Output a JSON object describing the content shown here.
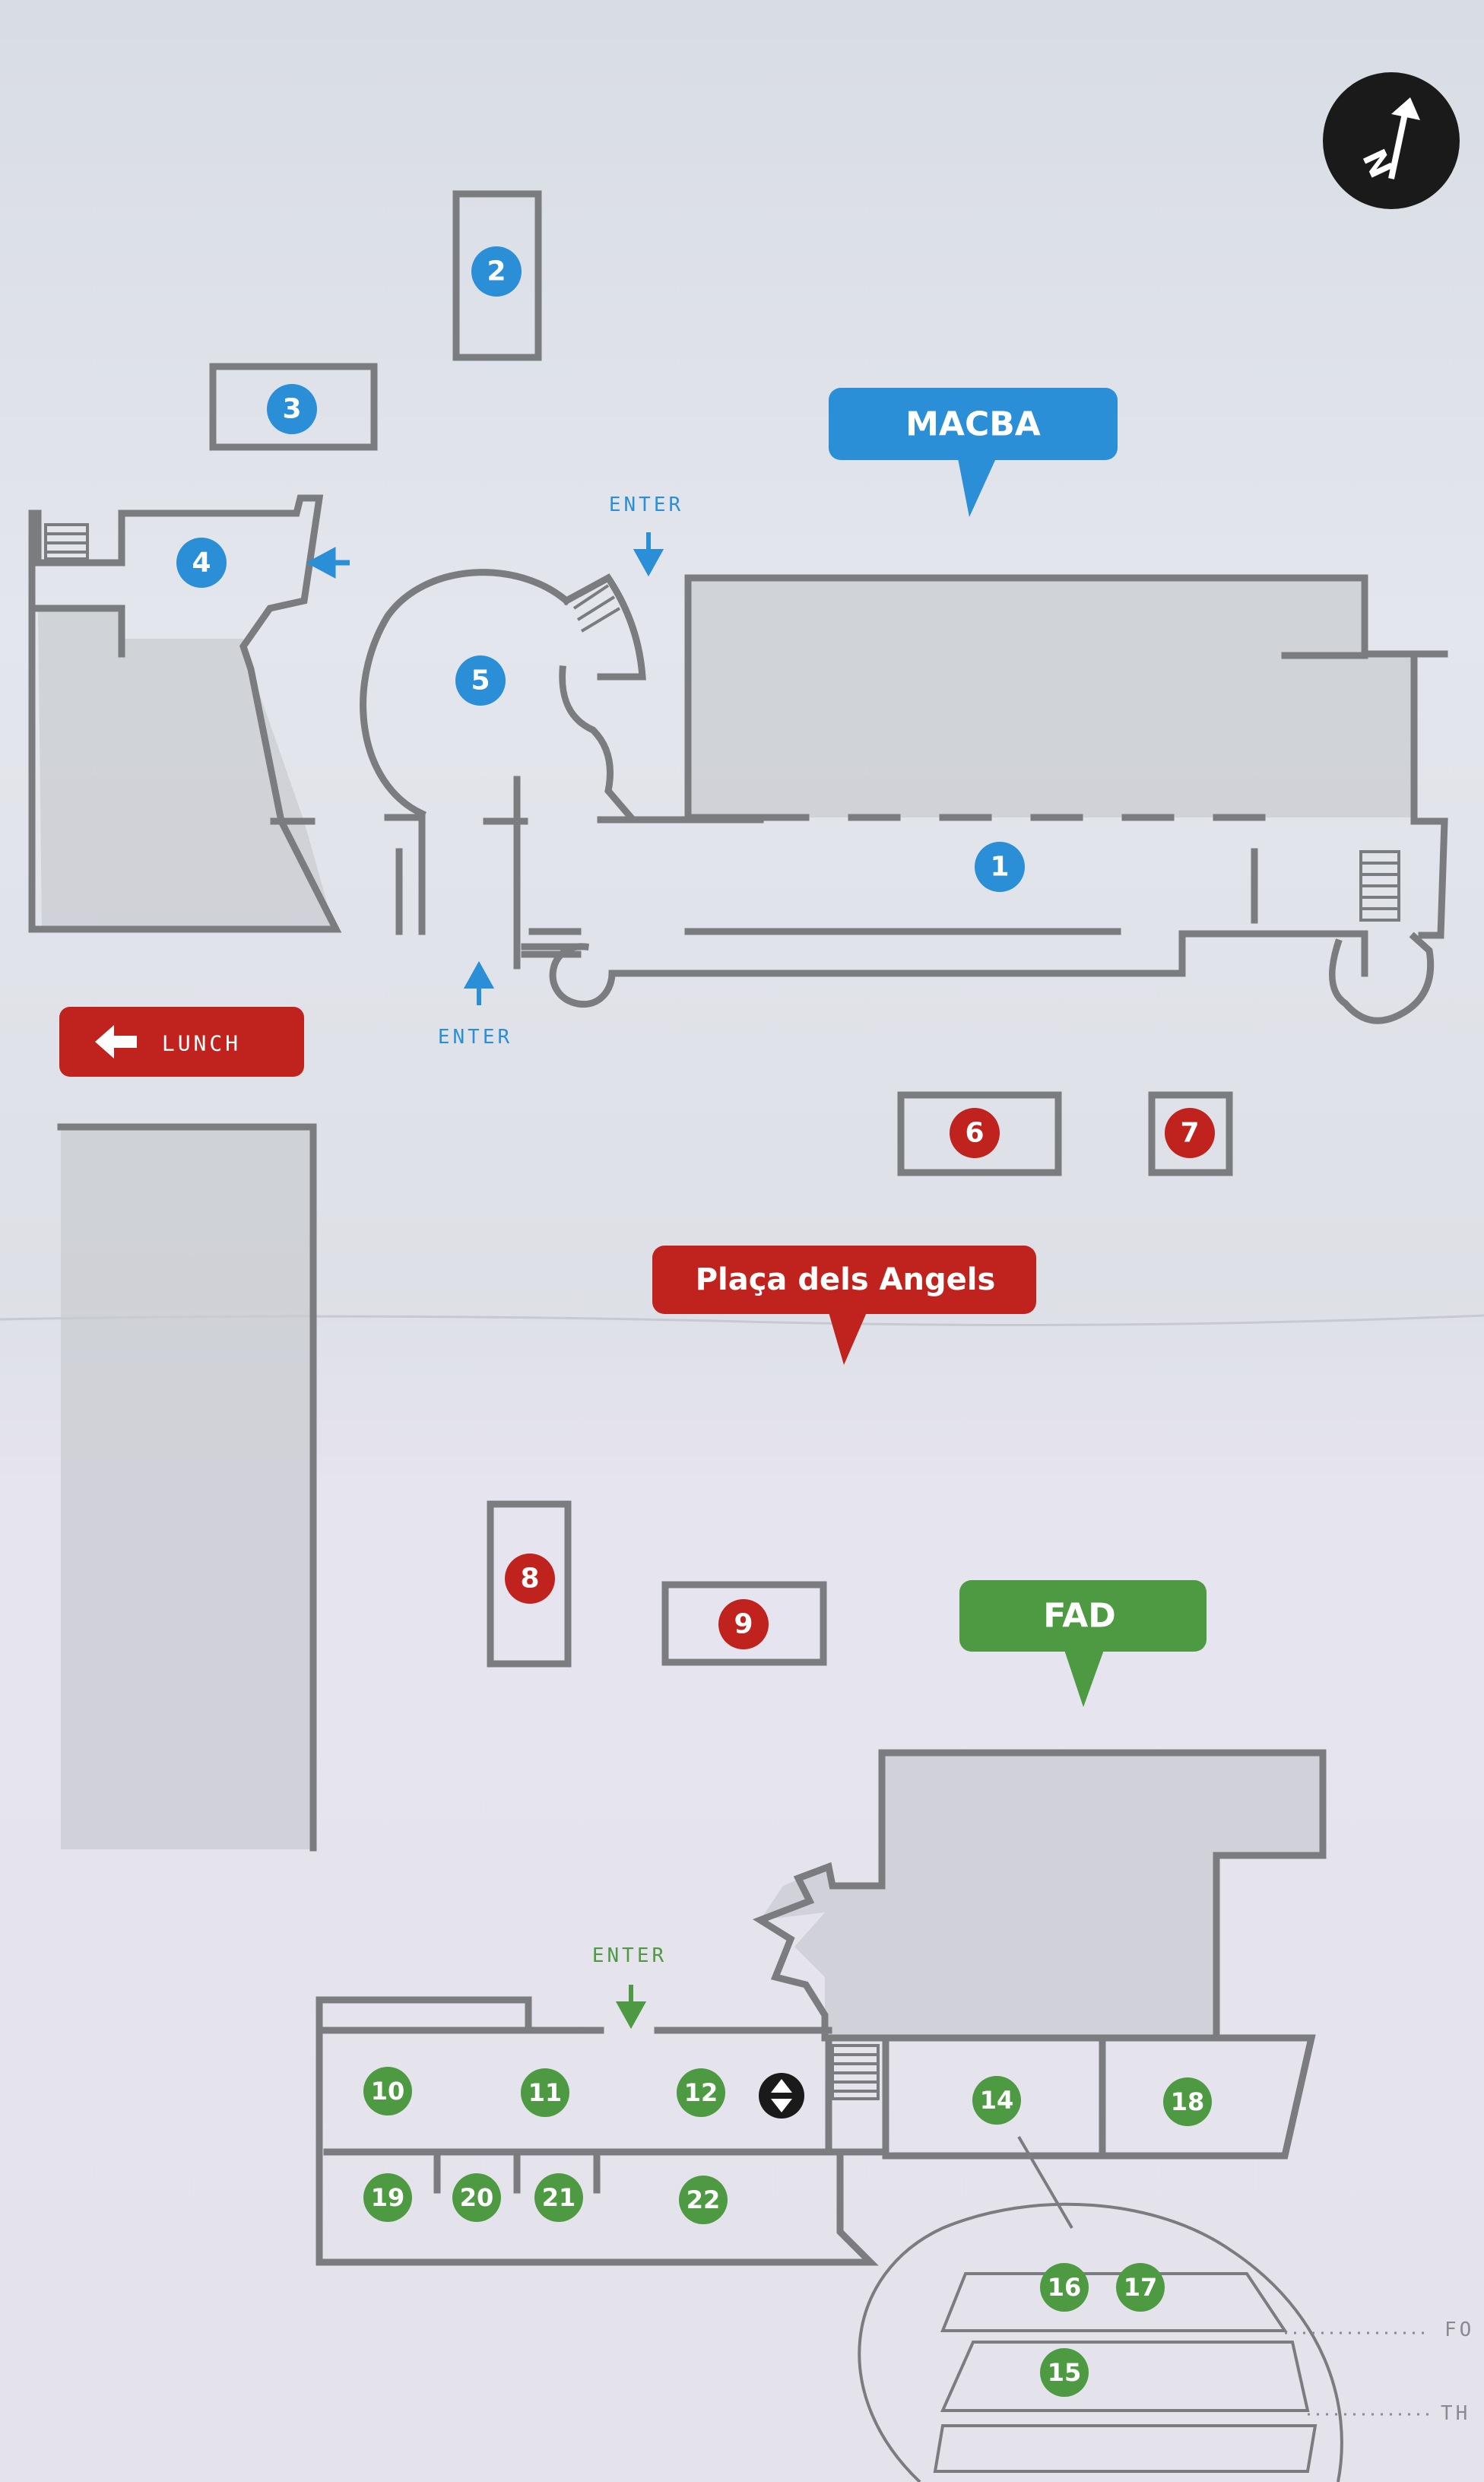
{
  "colors": {
    "macba": "#2a8fd6",
    "placa": "#c0221d",
    "fad": "#4e9a42",
    "compass": "#1a1a1a"
  },
  "compass": {
    "icon": "north-arrow-icon",
    "label": "N"
  },
  "callouts": {
    "macba": "MACBA",
    "placa": "Plaça dels Angels",
    "fad": "FAD",
    "lunch": "LUNCH"
  },
  "enter_labels": {
    "macba_top": "ENTER",
    "macba_bottom": "ENTER",
    "fad": "ENTER"
  },
  "markers": {
    "m1": "1",
    "m2": "2",
    "m3": "3",
    "m4": "4",
    "m5": "5",
    "m6": "6",
    "m7": "7",
    "m8": "8",
    "m9": "9",
    "m10": "10",
    "m11": "11",
    "m12": "12",
    "m14": "14",
    "m15": "15",
    "m16": "16",
    "m17": "17",
    "m18": "18",
    "m19": "19",
    "m20": "20",
    "m21": "21",
    "m22": "22"
  },
  "edge_text": {
    "upper": "FO",
    "lower": "TH"
  },
  "elevator_icon": "elevator-icon"
}
